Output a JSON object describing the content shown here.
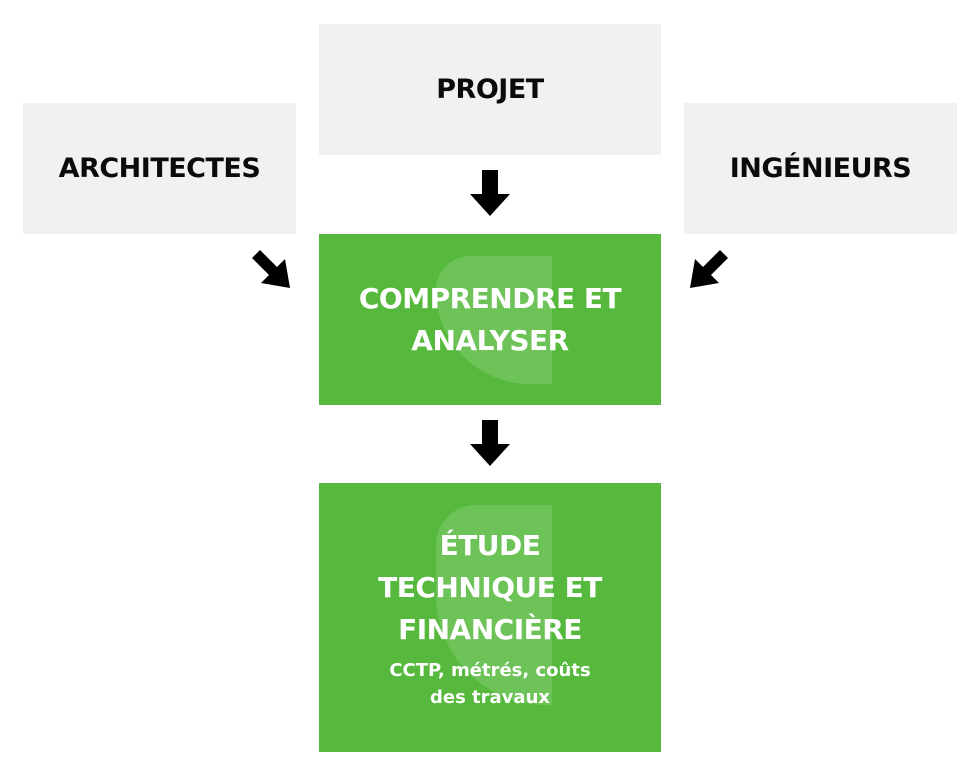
{
  "nodes": {
    "projet": "PROJET",
    "architectes": "ARCHITECTES",
    "ingenieurs": "INGÉNIEURS",
    "comprendre_line1": "COMPRENDRE ET",
    "comprendre_line2": "ANALYSER",
    "etude_line1": "ÉTUDE",
    "etude_line2": "TECHNIQUE ET",
    "etude_line3": "FINANCIÈRE",
    "etude_sub_line1": "CCTP, métrés, coûts",
    "etude_sub_line2": "des travaux"
  },
  "colors": {
    "green": "#56b93d",
    "grey": "#f1f1f1",
    "arrow": "#000000",
    "text_dark": "#0b0b0b",
    "text_light": "#ffffff"
  }
}
